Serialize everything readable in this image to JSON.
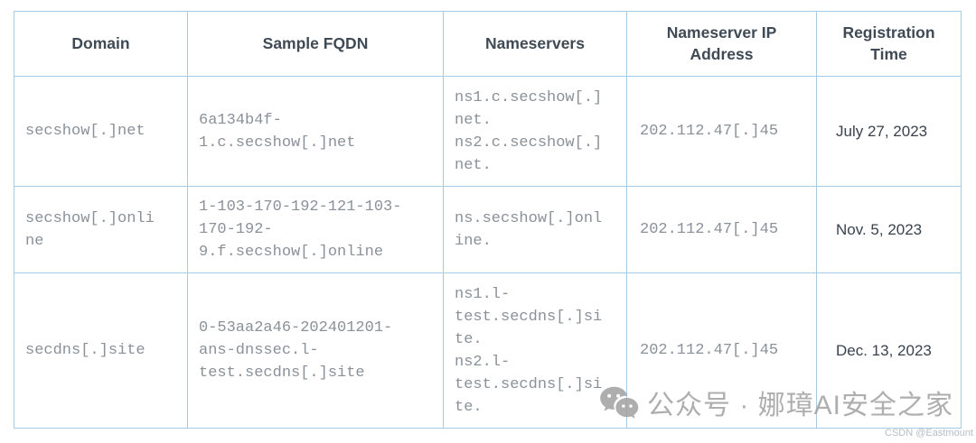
{
  "table": {
    "columns": [
      {
        "label": "Domain"
      },
      {
        "label": "Sample FQDN"
      },
      {
        "label": "Nameservers"
      },
      {
        "label": "Nameserver IP Address"
      },
      {
        "label": "Registration Time"
      }
    ],
    "rows": [
      {
        "domain": "secshow[.]net",
        "fqdn": "6a134b4f-1.c.secshow[.]net",
        "nameservers": [
          "ns1.c.secshow[.]net.",
          "ns2.c.secshow[.]net."
        ],
        "ip": "202.112.47[.]45",
        "registration": "July 27, 2023"
      },
      {
        "domain": "secshow[.]online",
        "fqdn": "1-103-170-192-121-103-170-192-9.f.secshow[.]online",
        "nameservers": [
          "ns.secshow[.]online."
        ],
        "ip": "202.112.47[.]45",
        "registration": "Nov. 5, 2023"
      },
      {
        "domain": "secdns[.]site",
        "fqdn": "0-53aa2a46-202401201-ans-dnssec.l-test.secdns[.]site",
        "nameservers": [
          "ns1.l-test.secdns[.]site.",
          "ns2.l-test.secdns[.]site."
        ],
        "ip": "202.112.47[.]45",
        "registration": "Dec. 13, 2023"
      }
    ]
  },
  "watermark": {
    "text": "公众号 · 娜璋AI安全之家"
  },
  "credit": "CSDN @Eastmount",
  "colors": {
    "border": "#a7cbe2",
    "header_text": "#3f4a55",
    "mono_text": "#8a9198",
    "date_text": "#39424d",
    "watermark": "#a3a3a3",
    "credit": "#b6bdc5"
  }
}
